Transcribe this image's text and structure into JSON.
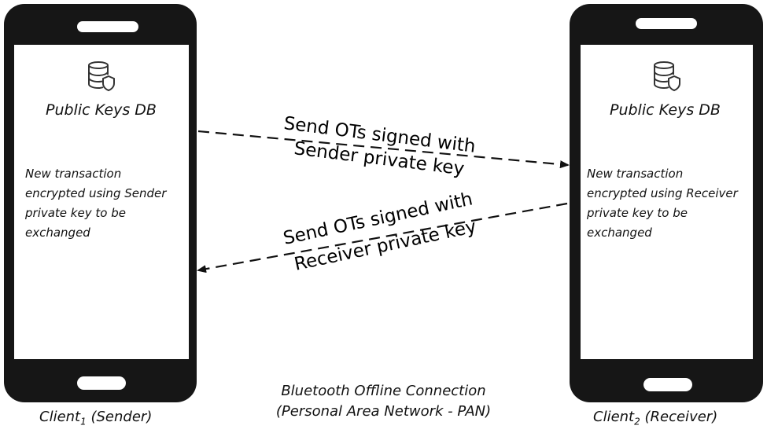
{
  "sender": {
    "db_title": "Public Keys DB",
    "note": "New transaction encrypted using Sender private key to be exchanged",
    "caption_prefix": "Client",
    "caption_sub": "1",
    "caption_suffix": " (Sender)"
  },
  "receiver": {
    "db_title": "Public Keys DB",
    "note": "New transaction encrypted using Receiver private key to be exchanged",
    "caption_prefix": "Client",
    "caption_sub": "2",
    "caption_suffix": " (Receiver)"
  },
  "arrows": {
    "to_receiver_line1": "Send OTs signed with",
    "to_receiver_line2": "Sender private key",
    "to_sender_line1": "Send OTs signed with",
    "to_sender_line2": "Receiver private key"
  },
  "connection": {
    "line1": "Bluetooth Offline Connection",
    "line2": "(Personal Area Network - PAN)"
  },
  "icons": {
    "database": "database-shield-icon"
  }
}
